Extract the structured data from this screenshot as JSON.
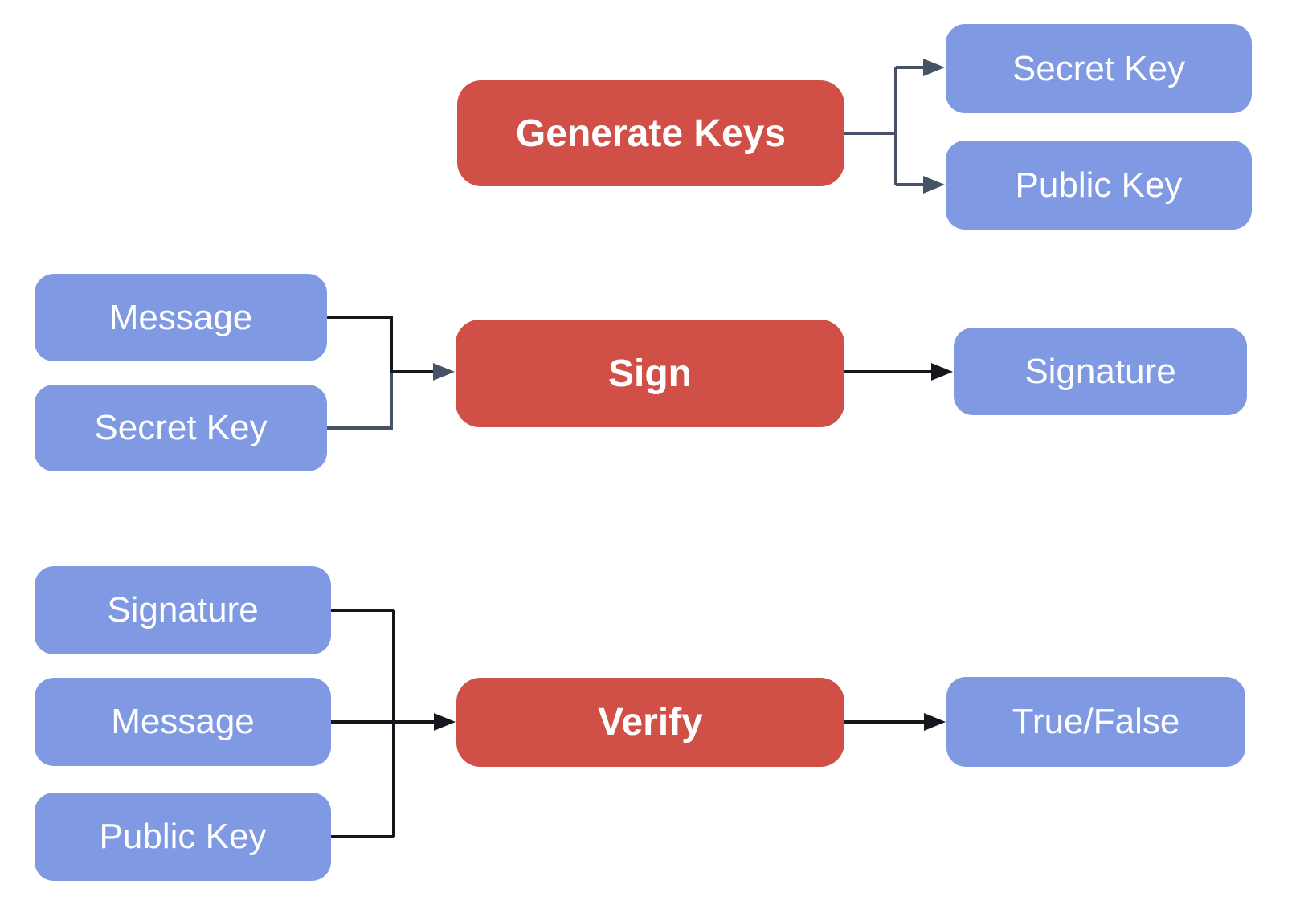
{
  "diagram": {
    "nodes": {
      "generate_keys": "Generate Keys",
      "secret_key_top": "Secret Key",
      "public_key_top": "Public Key",
      "message_sign": "Message",
      "secret_key_sign": "Secret Key",
      "sign": "Sign",
      "signature_out": "Signature",
      "signature_verify": "Signature",
      "message_verify": "Message",
      "public_key_verify": "Public Key",
      "verify": "Verify",
      "true_false": "True/False"
    },
    "edges": [
      {
        "from": "generate_keys",
        "to": "secret_key_top"
      },
      {
        "from": "generate_keys",
        "to": "public_key_top"
      },
      {
        "from": "message_sign",
        "to": "sign"
      },
      {
        "from": "secret_key_sign",
        "to": "sign"
      },
      {
        "from": "sign",
        "to": "signature_out"
      },
      {
        "from": "signature_verify",
        "to": "verify"
      },
      {
        "from": "message_verify",
        "to": "verify"
      },
      {
        "from": "public_key_verify",
        "to": "verify"
      },
      {
        "from": "verify",
        "to": "true_false"
      }
    ],
    "colors": {
      "process_fill": "#d05048",
      "data_fill": "#7f99e2",
      "connector_slate": "#465366",
      "connector_black": "#14171c",
      "label_text": "#ffffff",
      "background": "#ffffff"
    }
  }
}
